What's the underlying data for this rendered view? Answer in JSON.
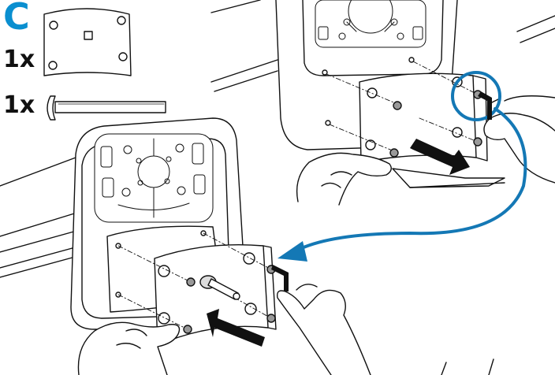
{
  "step": {
    "letter": "C",
    "accent_color": "#0a8fd0"
  },
  "parts": [
    {
      "quantity": "1x",
      "icon": "mounting-plate-icon"
    },
    {
      "quantity": "1x",
      "icon": "carriage-bolt-icon"
    }
  ],
  "illustration": {
    "detail_view": "zoomed-in",
    "callout_icon": "magnifier-callout-icon",
    "tool_icon": "hex-key-icon",
    "direction_icon": "push-arrow-icon"
  }
}
